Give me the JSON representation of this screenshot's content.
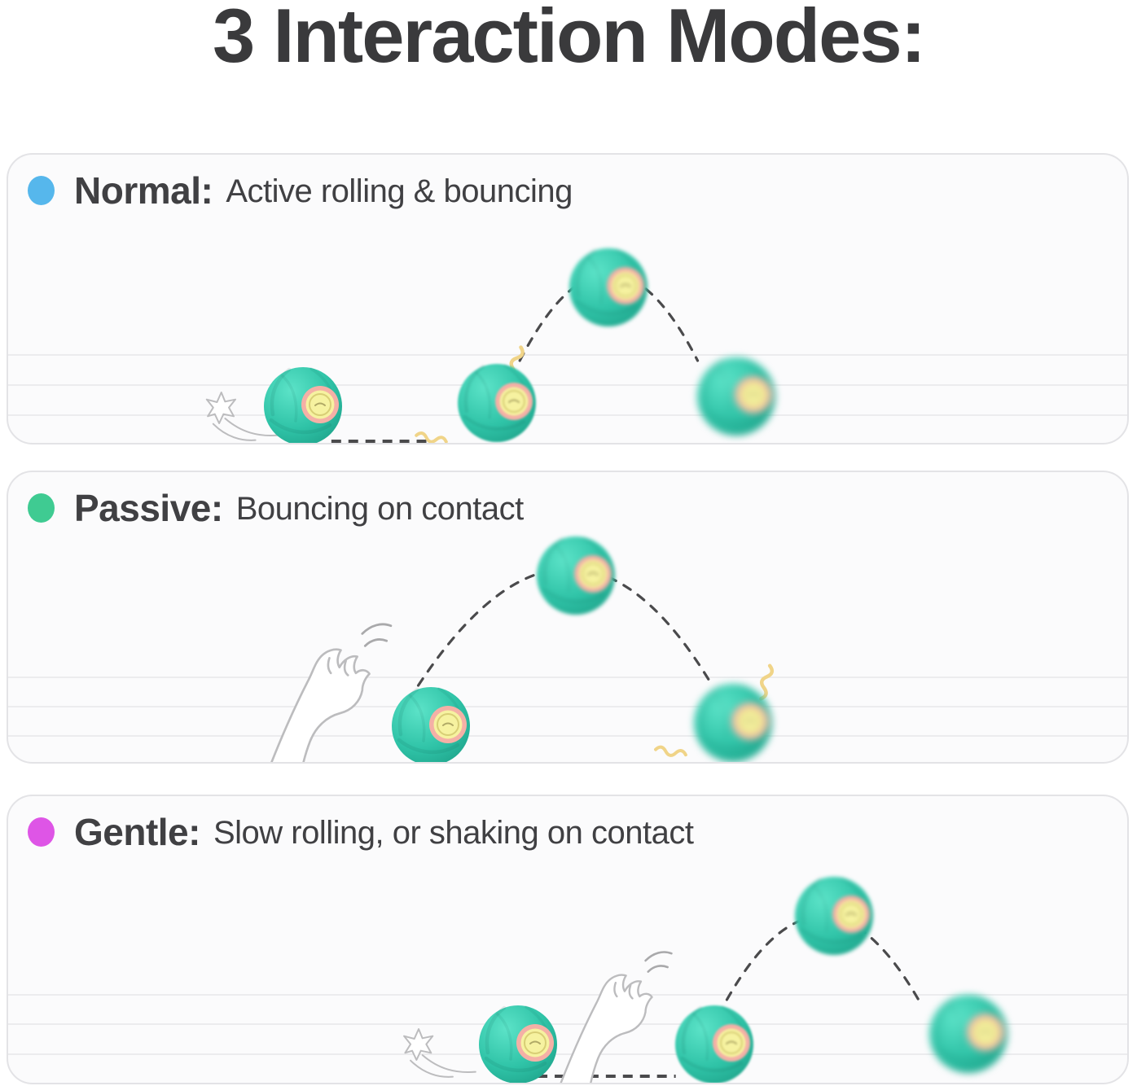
{
  "title": "3 Interaction Modes:",
  "modes": [
    {
      "label": "Normal:",
      "description": "Active rolling & bouncing",
      "dot_color": "#56b7ec",
      "scene": {
        "ball_count": 4,
        "trajectory": "bounce-arc",
        "ground_dash": true,
        "swoosh": true,
        "paw": false,
        "squiggle_count": 2
      }
    },
    {
      "label": "Passive:",
      "description": "Bouncing on contact",
      "dot_color": "#3fcb92",
      "scene": {
        "ball_count": 3,
        "trajectory": "bounce-arc",
        "ground_dash": false,
        "swoosh": false,
        "paw": true,
        "squiggle_count": 2
      }
    },
    {
      "label": "Gentle:",
      "description": "Slow rolling, or shaking on contact",
      "dot_color": "#de55e6",
      "scene": {
        "ball_count": 4,
        "trajectory": "bounce-arc",
        "ground_dash": true,
        "swoosh": true,
        "paw": true,
        "squiggle_count": 0
      }
    }
  ],
  "colors": {
    "title_text": "#3a3a3c",
    "mode_text": "#404043",
    "panel_background": "#fbfbfc",
    "panel_border": "#e3e3e6",
    "ruled_line": "#ececee",
    "trajectory": "#4a4a4c",
    "ball_light": "#5ce3c8",
    "ball_mid": "#2fc3a7",
    "ball_dark": "#1b9c84",
    "eye_ring": "#f4b0a6",
    "eye_center": "#f6f2a0",
    "squiggle": "#f0d488",
    "sketch_stroke": "#bcbcbe"
  }
}
